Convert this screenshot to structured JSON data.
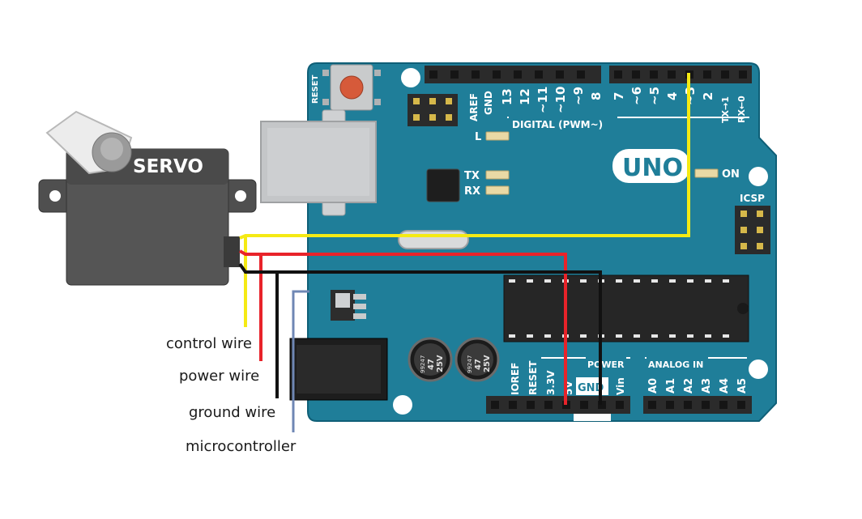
{
  "board": {
    "reset_label": "RESET",
    "model_label": "UNO",
    "on_label": "ON",
    "icsp_label": "ICSP",
    "l_label": "L",
    "tx_label": "TX",
    "rx_label": "RX",
    "digital_label": "DIGITAL (PWM~)",
    "power_label": "POWER",
    "analog_label": "ANALOG IN",
    "digital_pins_left": [
      "AREF",
      "GND",
      "13",
      "12",
      "~11",
      "~10",
      "~9",
      "8"
    ],
    "digital_pins_right": [
      "7",
      "~6",
      "~5",
      "4",
      "~3",
      "2",
      "TX→1",
      "RX←0"
    ],
    "power_pins": [
      "IOREF",
      "RESET",
      "3.3V",
      "5V",
      "GND",
      "GND",
      "Vin"
    ],
    "analog_pins": [
      "A0",
      "A1",
      "A2",
      "A3",
      "A4",
      "A5"
    ],
    "capacitor_text": [
      "99247",
      "47",
      "25V"
    ]
  },
  "servo": {
    "label": "SERVO"
  },
  "wire_labels": {
    "control": "control wire",
    "power": "power wire",
    "ground": "ground wire",
    "microcontroller": "microcontroller"
  },
  "colors": {
    "board": "#1f7e99",
    "board_edge": "#0f5f77",
    "header": "#2b2b2b",
    "control_wire": "#f5ea14",
    "power_wire": "#e8232a",
    "ground_wire": "#111111",
    "microcontroller_line": "#6f87b4",
    "servo_body": "#555555"
  }
}
